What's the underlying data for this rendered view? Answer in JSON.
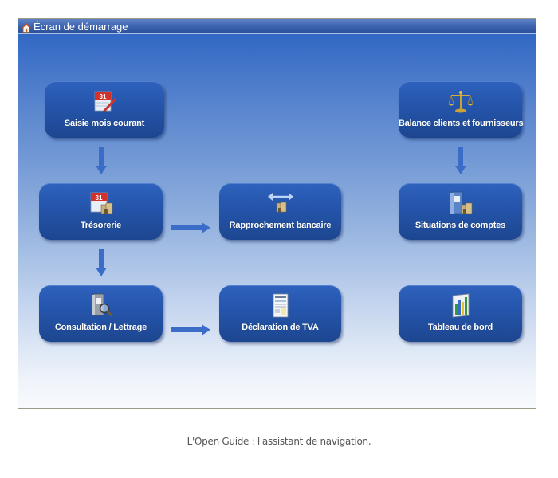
{
  "window": {
    "title": "Écran de démarrage",
    "title_icon": "home-icon"
  },
  "buttons": {
    "saisie": {
      "label": "Saisie mois courant",
      "icon": "calendar-pencil-icon"
    },
    "tresorerie": {
      "label": "Trésorerie",
      "icon": "calendar-money-icon"
    },
    "rapprochement": {
      "label": "Rapprochement bancaire",
      "icon": "double-arrow-money-icon"
    },
    "consultation": {
      "label": "Consultation / Lettrage",
      "icon": "binder-magnifier-icon"
    },
    "declaration": {
      "label": "Déclaration de TVA",
      "icon": "tax-form-icon"
    },
    "balance": {
      "label": "Balance clients et fournisseurs",
      "icon": "scales-icon"
    },
    "situations": {
      "label": "Situations de comptes",
      "icon": "binder-money-icon"
    },
    "tableau": {
      "label": "Tableau de bord",
      "icon": "bar-chart-icon"
    }
  },
  "caption": "L'Open Guide : l'assistant de navigation.",
  "colors": {
    "title_bar": "#3f67b2",
    "button": "#2556ad",
    "arrow": "#3a6cc8",
    "caption_text": "#555555"
  }
}
